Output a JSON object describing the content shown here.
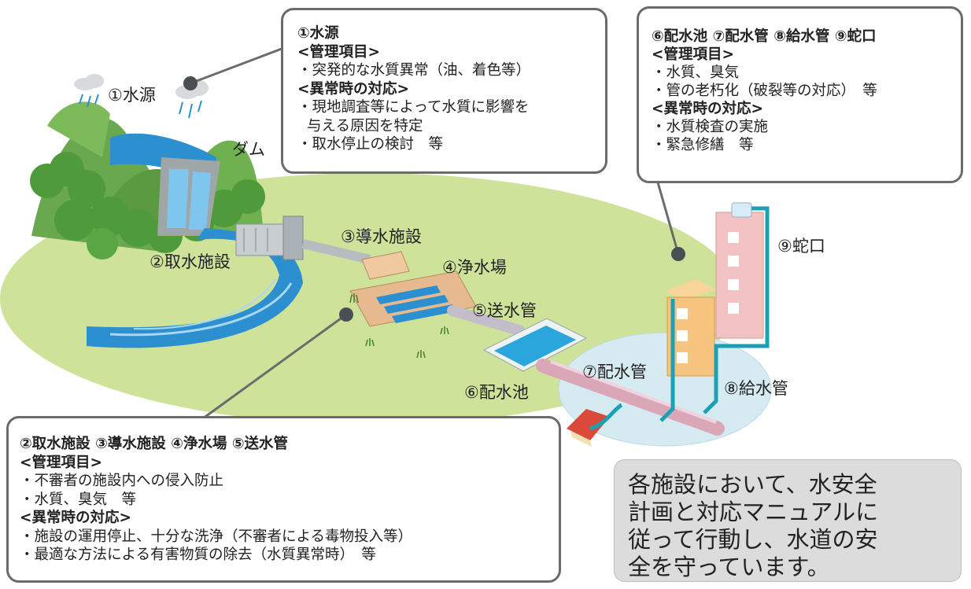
{
  "scene_labels": {
    "suigen": "①水源",
    "dam": "ダム",
    "shusui": "②取水施設",
    "dousui": "③導水施設",
    "jousui": "④浄水場",
    "sousui": "⑤送水管",
    "haisuichi": "⑥配水池",
    "haisuikan": "⑦配水管",
    "kyusuikan": "⑧給水管",
    "jaguchi": "⑨蛇口"
  },
  "callout_source": {
    "title": "①水源",
    "management_heading": "<管理項目>",
    "management_items": [
      "・突発的な水質異常（油、着色等）"
    ],
    "response_heading": "<異常時の対応>",
    "response_items": [
      "・現地調査等によって水質に影響を",
      "与える原因を特定",
      "・取水停止の検討　等"
    ]
  },
  "callout_distribution": {
    "title": "⑥配水池 ⑦配水管 ⑧給水管 ⑨蛇口",
    "management_heading": "<管理項目>",
    "management_items": [
      "・水質、臭気",
      "・管の老朽化（破裂等の対応）　等"
    ],
    "response_heading": "<異常時の対応>",
    "response_items": [
      "・水質検査の実施",
      "・緊急修繕　等"
    ]
  },
  "callout_facilities": {
    "title": "②取水施設 ③導水施設 ④浄水場 ⑤送水管",
    "management_heading": "<管理項目>",
    "management_items": [
      "・不審者の施設内への侵入防止",
      "・水質、臭気　等"
    ],
    "response_heading": "<異常時の対応>",
    "response_items": [
      "・施設の運用停止、十分な洗浄（不審者による毒物投入等）",
      "・最適な方法による有害物質の除去（水質異常時）　等"
    ]
  },
  "summary": {
    "lines": [
      "各施設において、水安全",
      "計画と対応マニュアルに",
      "従って行動し、水道の安",
      "全を守っています。"
    ]
  },
  "colors": {
    "ground": "#cfe29a",
    "mountain": "#6aa84f",
    "tree": "#4f9a3a",
    "water": "#2b8fd0",
    "tank_water": "#2aa6dd",
    "facility": "#e7b98e",
    "pipe_cyan": "#1ba0b4",
    "pipe_pink": "#d9a7b8",
    "building_orange": "#f6c47f",
    "building_pink": "#f3c2c2",
    "callout_border": "#6b6b6b",
    "summary_bg": "#dcdcdc"
  },
  "icons": [
    "cloud-icon",
    "rain-icon",
    "house-icon",
    "faucet-icon",
    "water-tank-icon"
  ]
}
